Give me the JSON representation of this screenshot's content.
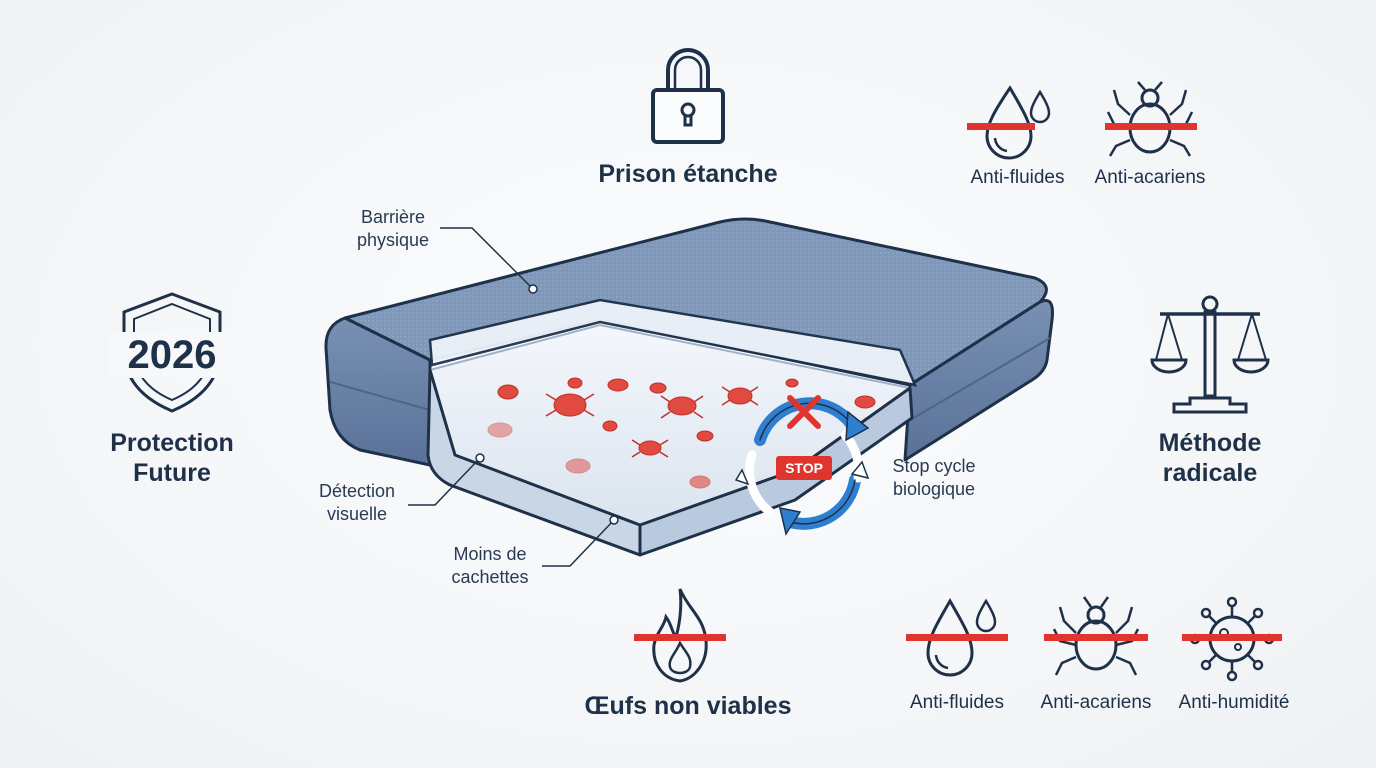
{
  "top": {
    "title": "Prison étanche",
    "icon": "padlock-icon"
  },
  "top_right": {
    "items": [
      {
        "label": "Anti-fluides",
        "icon": "water-drop-icon"
      },
      {
        "label": "Anti-acariens",
        "icon": "mite-icon"
      }
    ]
  },
  "left": {
    "year": "2026",
    "title_line1": "Protection",
    "title_line2": "Future",
    "icon": "shield-icon"
  },
  "right": {
    "title_line1": "Méthode",
    "title_line2": "radicale",
    "icon": "balance-scale-icon"
  },
  "bottom": {
    "title": "Œufs non viables",
    "icon": "flame-icon"
  },
  "bottom_right": {
    "items": [
      {
        "label": "Anti-fluides",
        "icon": "water-drop-icon"
      },
      {
        "label": "Anti-acariens",
        "icon": "mite-icon"
      },
      {
        "label": "Anti-humidité",
        "icon": "virus-icon"
      }
    ]
  },
  "callouts": {
    "barrier": {
      "line1": "Barrière",
      "line2": "physique"
    },
    "detection": {
      "line1": "Détection",
      "line2": "visuelle"
    },
    "hiding": {
      "line1": "Moins de",
      "line2": "cachettes"
    },
    "stop_cycle": {
      "line1": "Stop cycle",
      "line2": "biologique"
    }
  },
  "stop_badge": "STOP",
  "colors": {
    "ink": "#1f3149",
    "accent_red": "#e0352f",
    "mattress": "#7f97b8",
    "cycle_blue": "#2f7fd0"
  }
}
